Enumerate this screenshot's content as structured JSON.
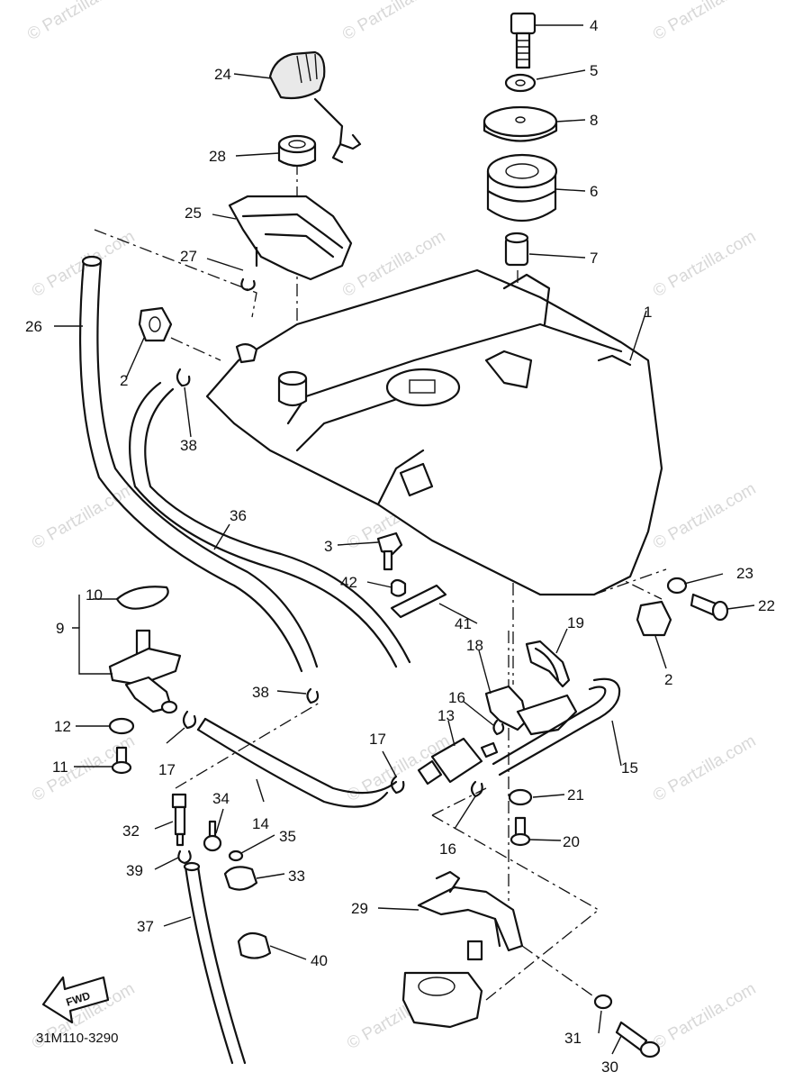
{
  "watermark": "© Partzilla.com",
  "diagram_code": "31M110-3290",
  "fwd_label": "FWD",
  "callouts": [
    "1",
    "2",
    "2",
    "3",
    "4",
    "5",
    "6",
    "7",
    "8",
    "9",
    "10",
    "11",
    "12",
    "13",
    "14",
    "15",
    "16",
    "16",
    "17",
    "17",
    "18",
    "19",
    "20",
    "21",
    "22",
    "23",
    "24",
    "25",
    "26",
    "27",
    "28",
    "29",
    "30",
    "31",
    "32",
    "33",
    "34",
    "35",
    "36",
    "37",
    "38",
    "38",
    "39",
    "40",
    "41",
    "42"
  ],
  "colors": {
    "ink": "#111111",
    "watermark": "#d8d8d8",
    "background": "#ffffff"
  }
}
